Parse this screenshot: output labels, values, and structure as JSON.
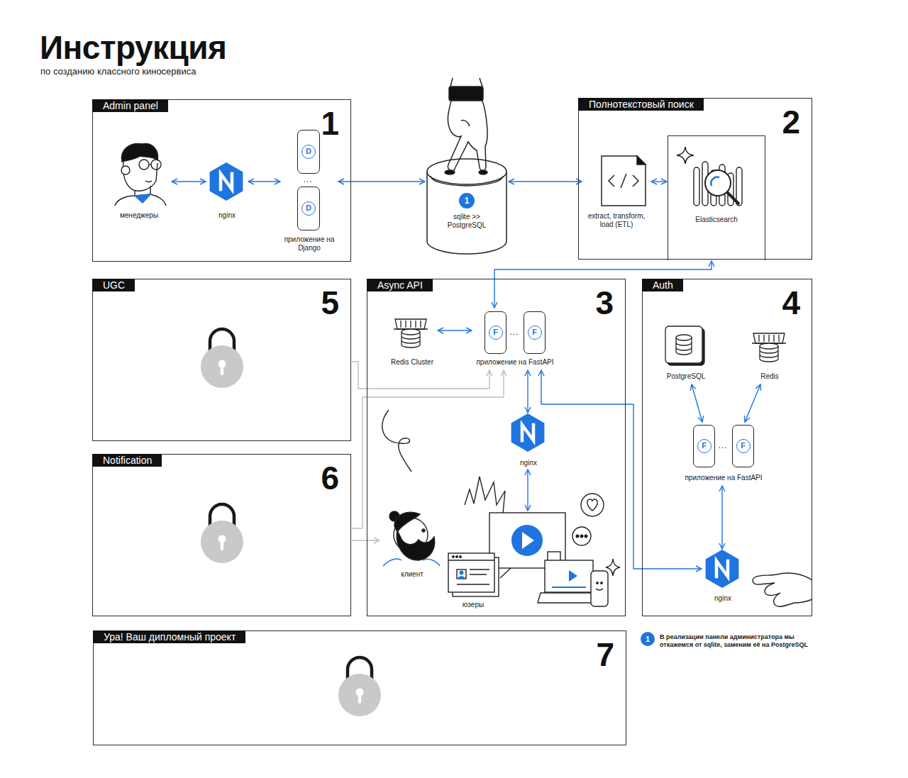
{
  "diagram": {
    "title": "Инструкция",
    "caption": "по созданию классного киносервиса",
    "nodes": [
      {
        "text": [
          "Admin panel",
          "1"
        ]
      },
      {
        "text": [
          "менеджеры"
        ],
        "in": 0
      },
      {
        "text": [
          "nginx"
        ],
        "in": 0
      },
      {
        "text": [
          "приложение на Django"
        ],
        "in": 0
      },
      {
        "text": [
          "D"
        ],
        "in": 3
      },
      {
        "text": [
          "D"
        ],
        "in": 3
      },
      {
        "text": [
          "1",
          "sqlite >> PostgreSQL"
        ]
      },
      {
        "text": [
          "Полнотекстовый поиск",
          "2"
        ]
      },
      {
        "text": [
          "extract, transform, load (ETL)"
        ],
        "in": 7
      },
      {
        "text": [
          "Elasticsearch"
        ],
        "in": 7
      },
      {
        "text": [
          "UGC",
          "5"
        ]
      },
      {
        "text": [
          "Async API",
          "3"
        ]
      },
      {
        "text": [
          "Redis Cluster"
        ],
        "in": 11
      },
      {
        "text": [
          "приложение на FastAPI"
        ],
        "in": 11
      },
      {
        "text": [
          "F"
        ],
        "in": 13
      },
      {
        "text": [
          "F"
        ],
        "in": 13
      },
      {
        "text": [
          "nginx"
        ],
        "in": 11
      },
      {
        "text": [
          "клиент"
        ],
        "in": 11
      },
      {
        "text": [
          "юзеры"
        ],
        "in": 11
      },
      {
        "text": [
          "Auth",
          "4"
        ]
      },
      {
        "text": [
          "PostgreSQL"
        ],
        "in": 19
      },
      {
        "text": [
          "Redis"
        ],
        "in": 19
      },
      {
        "text": [
          "приложение на FastAPI"
        ],
        "in": 19
      },
      {
        "text": [
          "F"
        ],
        "in": 22
      },
      {
        "text": [
          "F"
        ],
        "in": 22
      },
      {
        "text": [
          "nginx"
        ],
        "in": 19
      },
      {
        "text": [
          "Notification",
          "6"
        ]
      },
      {
        "text": [
          "Ура! Ваш дипломный проект",
          "7"
        ]
      }
    ],
    "edges": [
      {
        "from": 1,
        "to": 2,
        "arrow": "both"
      },
      {
        "from": 2,
        "to": 3,
        "arrow": "both"
      },
      {
        "from": 3,
        "to": 6,
        "arrow": "both"
      },
      {
        "from": 6,
        "to": 8,
        "arrow": "both"
      },
      {
        "from": 8,
        "to": 9,
        "arrow": "both"
      },
      {
        "from": 9,
        "to": 13,
        "arrow": "both"
      },
      {
        "from": 12,
        "to": 13,
        "arrow": "both"
      },
      {
        "from": 13,
        "to": 16,
        "arrow": "both"
      },
      {
        "from": 16,
        "to": 18,
        "arrow": "both"
      },
      {
        "from": 13,
        "to": 25,
        "arrow": "both"
      },
      {
        "from": 20,
        "to": 22,
        "arrow": "both"
      },
      {
        "from": 21,
        "to": 22,
        "arrow": "both"
      },
      {
        "from": 22,
        "to": 25,
        "arrow": "both"
      },
      {
        "from": 10,
        "to": 13,
        "arrow": "to"
      },
      {
        "from": 26,
        "to": 13,
        "arrow": "to"
      },
      {
        "from": 26,
        "to": 17,
        "arrow": "to"
      }
    ],
    "labels": [
      "...",
      "...",
      "...",
      "1",
      "В реализации панели администратора мы откажемся от sqlite, заменим её на PostgreSQL"
    ]
  }
}
